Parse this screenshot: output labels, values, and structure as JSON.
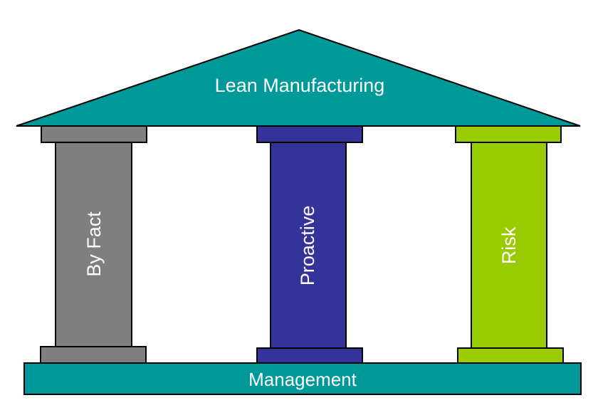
{
  "roof": {
    "label": "Lean Manufacturing",
    "color": "#009999"
  },
  "base": {
    "label": "Management",
    "color": "#009999"
  },
  "pillars": [
    {
      "label": "By Fact",
      "color": "#7f7f7f"
    },
    {
      "label": "Proactive",
      "color": "#333399"
    },
    {
      "label": "Risk",
      "color": "#99cc00"
    }
  ],
  "outline_color": "#000000"
}
